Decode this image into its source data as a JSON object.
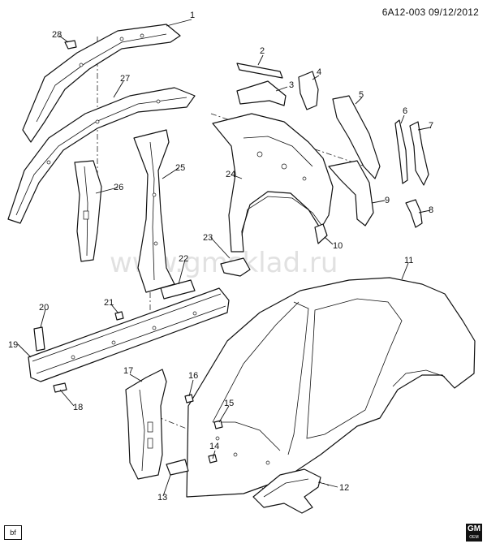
{
  "header": {
    "doc_id": "6A12-003",
    "date": "09/12/2012"
  },
  "watermark": "www.gmsklad.ru",
  "footer": {
    "corner_tag": "bf",
    "logo": "GM",
    "logo_subtext": "OEM"
  },
  "callouts": {
    "c1": "1",
    "c2": "2",
    "c3": "3",
    "c4": "4",
    "c5": "5",
    "c6": "6",
    "c7": "7",
    "c8": "8",
    "c9": "9",
    "c10": "10",
    "c11": "11",
    "c12": "12",
    "c13": "13",
    "c14": "14",
    "c15": "15",
    "c16": "16",
    "c17": "17",
    "c18": "18",
    "c19": "19",
    "c20": "20",
    "c21": "21",
    "c22": "22",
    "c23": "23",
    "c24": "24",
    "c25": "25",
    "c26": "26",
    "c27": "27",
    "c28": "28"
  }
}
